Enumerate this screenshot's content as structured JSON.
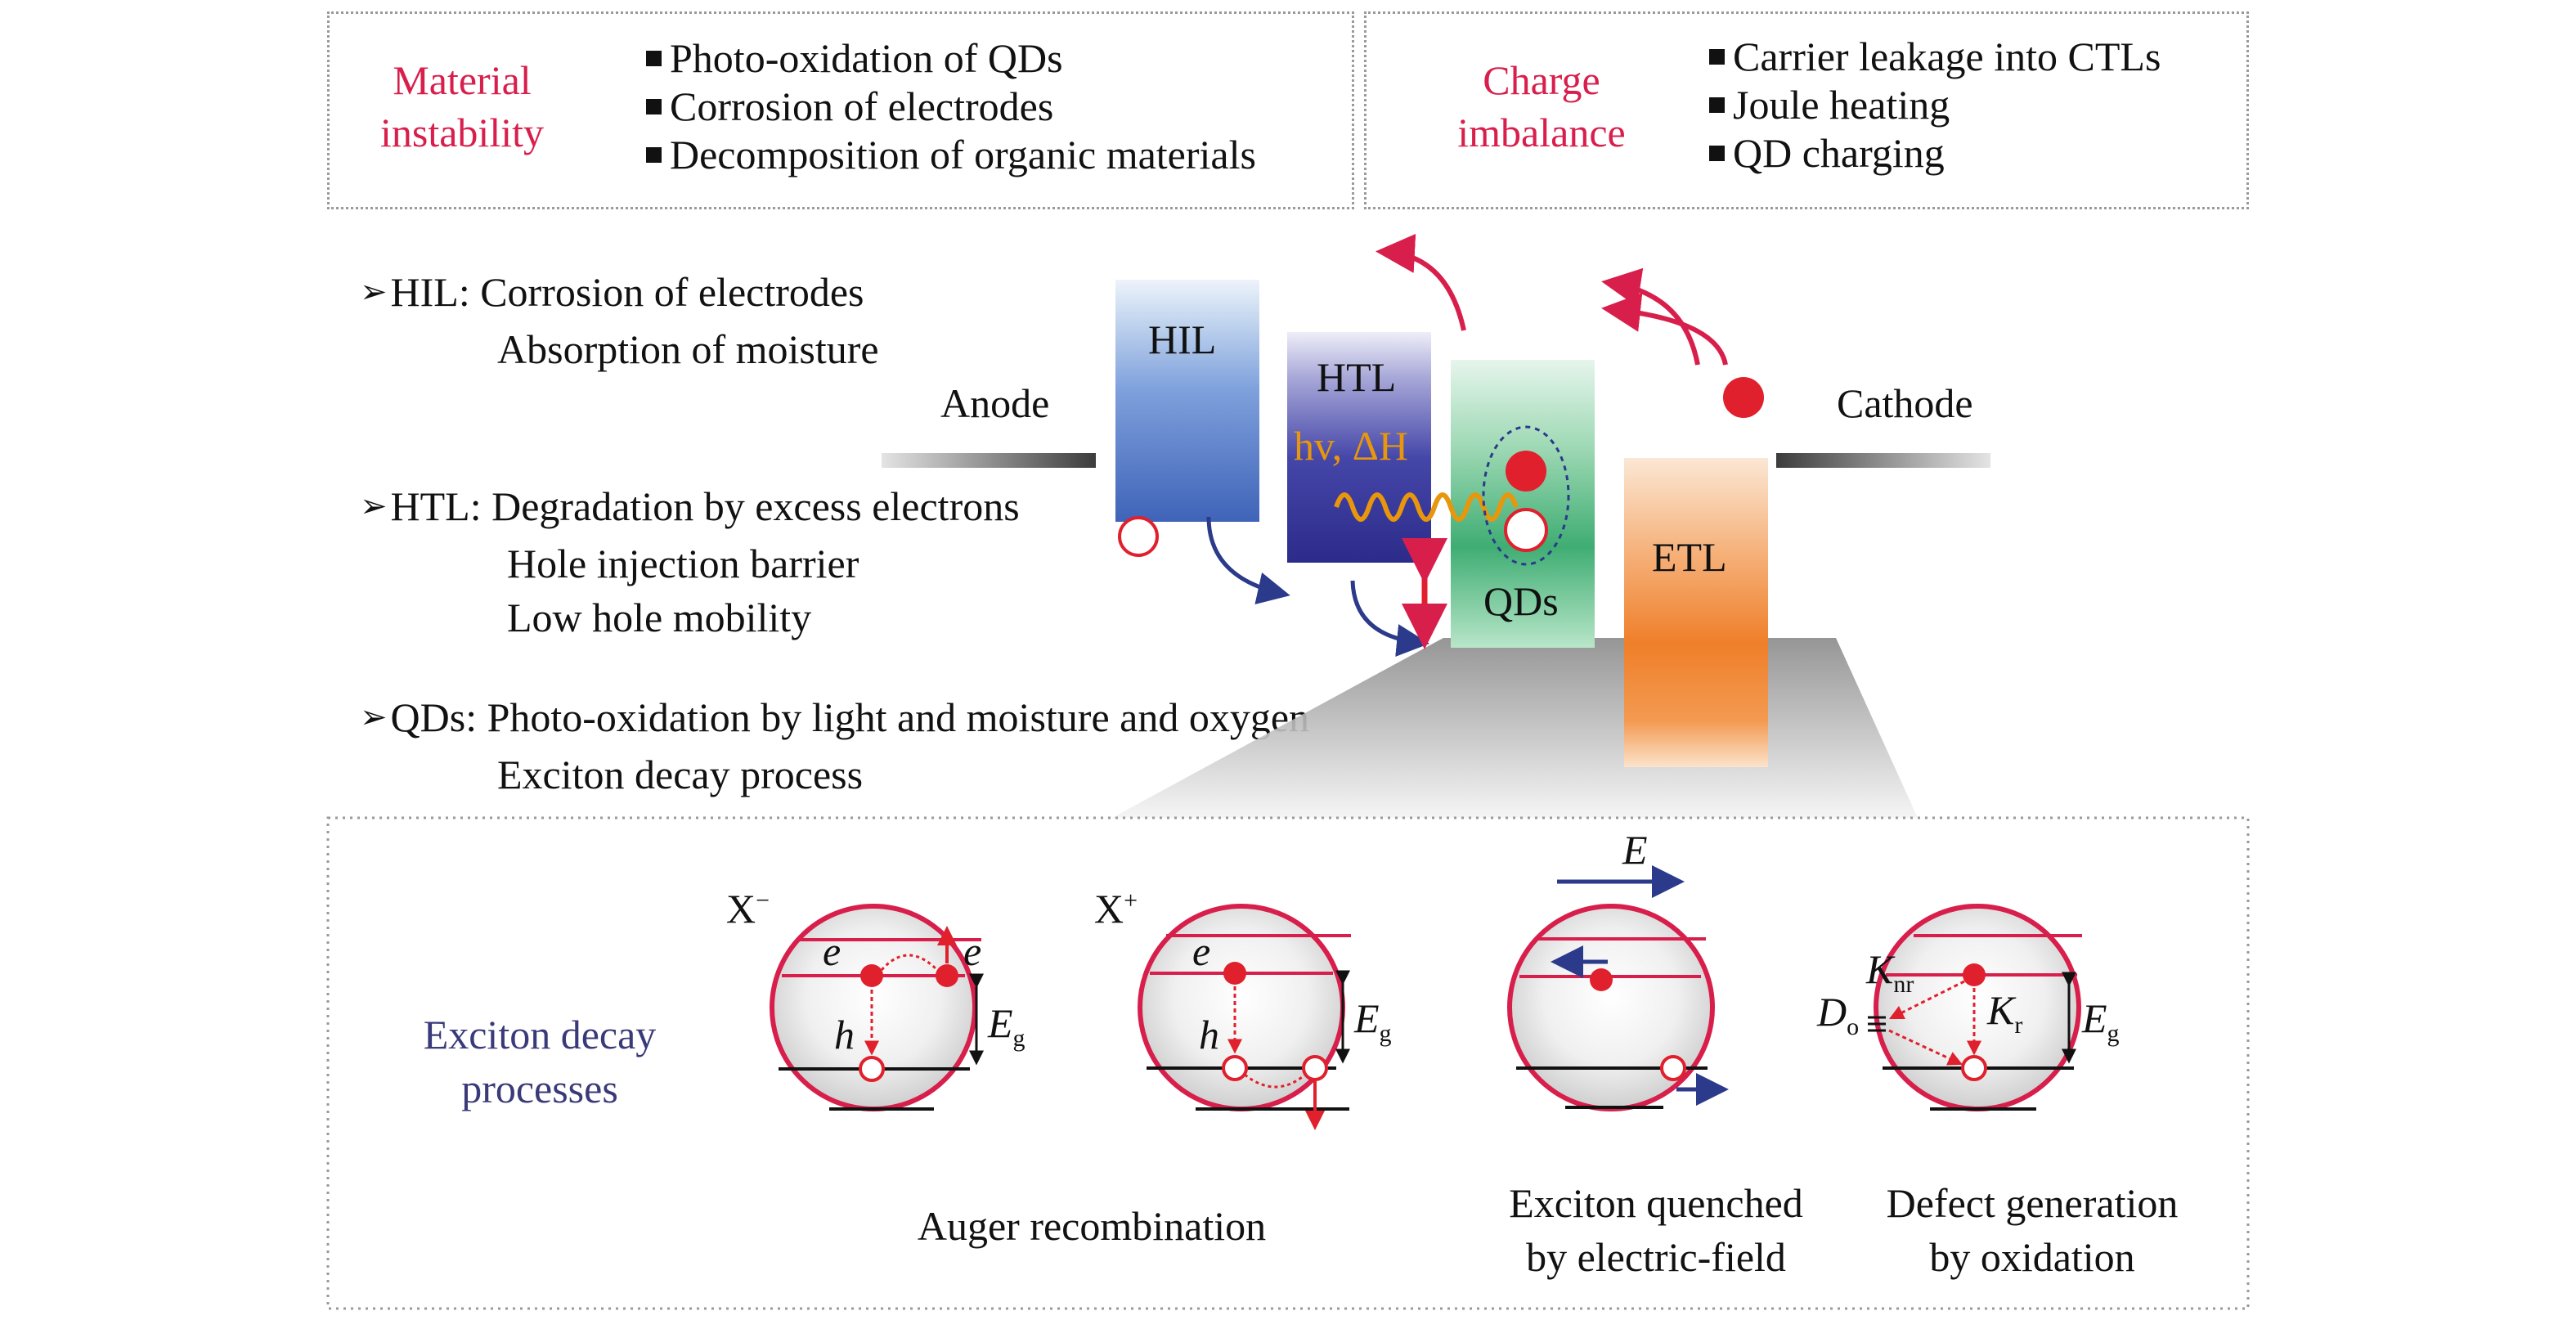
{
  "top_boxes": {
    "material": {
      "title_line1": "Material",
      "title_line2": "instability",
      "items": [
        "Photo-oxidation of QDs",
        "Corrosion of electrodes",
        "Decomposition of organic materials"
      ]
    },
    "charge": {
      "title_line1": "Charge",
      "title_line2": "imbalance",
      "items": [
        "Carrier leakage into CTLs",
        "Joule heating",
        "QD charging"
      ]
    }
  },
  "notes": {
    "hil": {
      "head": "HIL: Corrosion of electrodes",
      "lines": [
        "Absorption of moisture"
      ]
    },
    "htl": {
      "head": "HTL: Degradation by excess electrons",
      "lines": [
        "Hole injection barrier",
        "Low hole mobility"
      ]
    },
    "qds": {
      "head": "QDs: Photo-oxidation by light and moisture and oxygen",
      "lines": [
        "Exciton decay process"
      ]
    }
  },
  "device": {
    "anode": "Anode",
    "cathode": "Cathode",
    "hil": "HIL",
    "htl": "HTL",
    "qds": "QDs",
    "etl": "ETL",
    "heat_label": "hv, ΔH"
  },
  "colors": {
    "accent_red": "#d81f4c",
    "electron_red": "#e0202c",
    "heat_orange": "#e8960c",
    "navy_arrow": "#2b3a8a",
    "label_purple": "#3a3a7a"
  },
  "exciton": {
    "label_line1": "Exciton decay",
    "label_line2": "processes",
    "x_minus": "X",
    "x_minus_sup": "−",
    "x_plus": "X",
    "x_plus_sup": "+",
    "e": "e",
    "h": "h",
    "Eg": "E",
    "Eg_sub": "g",
    "E_field": "E",
    "Knr": "K",
    "Knr_sub": "nr",
    "Kr": "K",
    "Kr_sub": "r",
    "Do": "D",
    "Do_sub": "o",
    "auger": "Auger recombination",
    "quench_line1": "Exciton quenched",
    "quench_line2": "by electric-field",
    "defect_line1": "Defect generation",
    "defect_line2": "by oxidation"
  }
}
